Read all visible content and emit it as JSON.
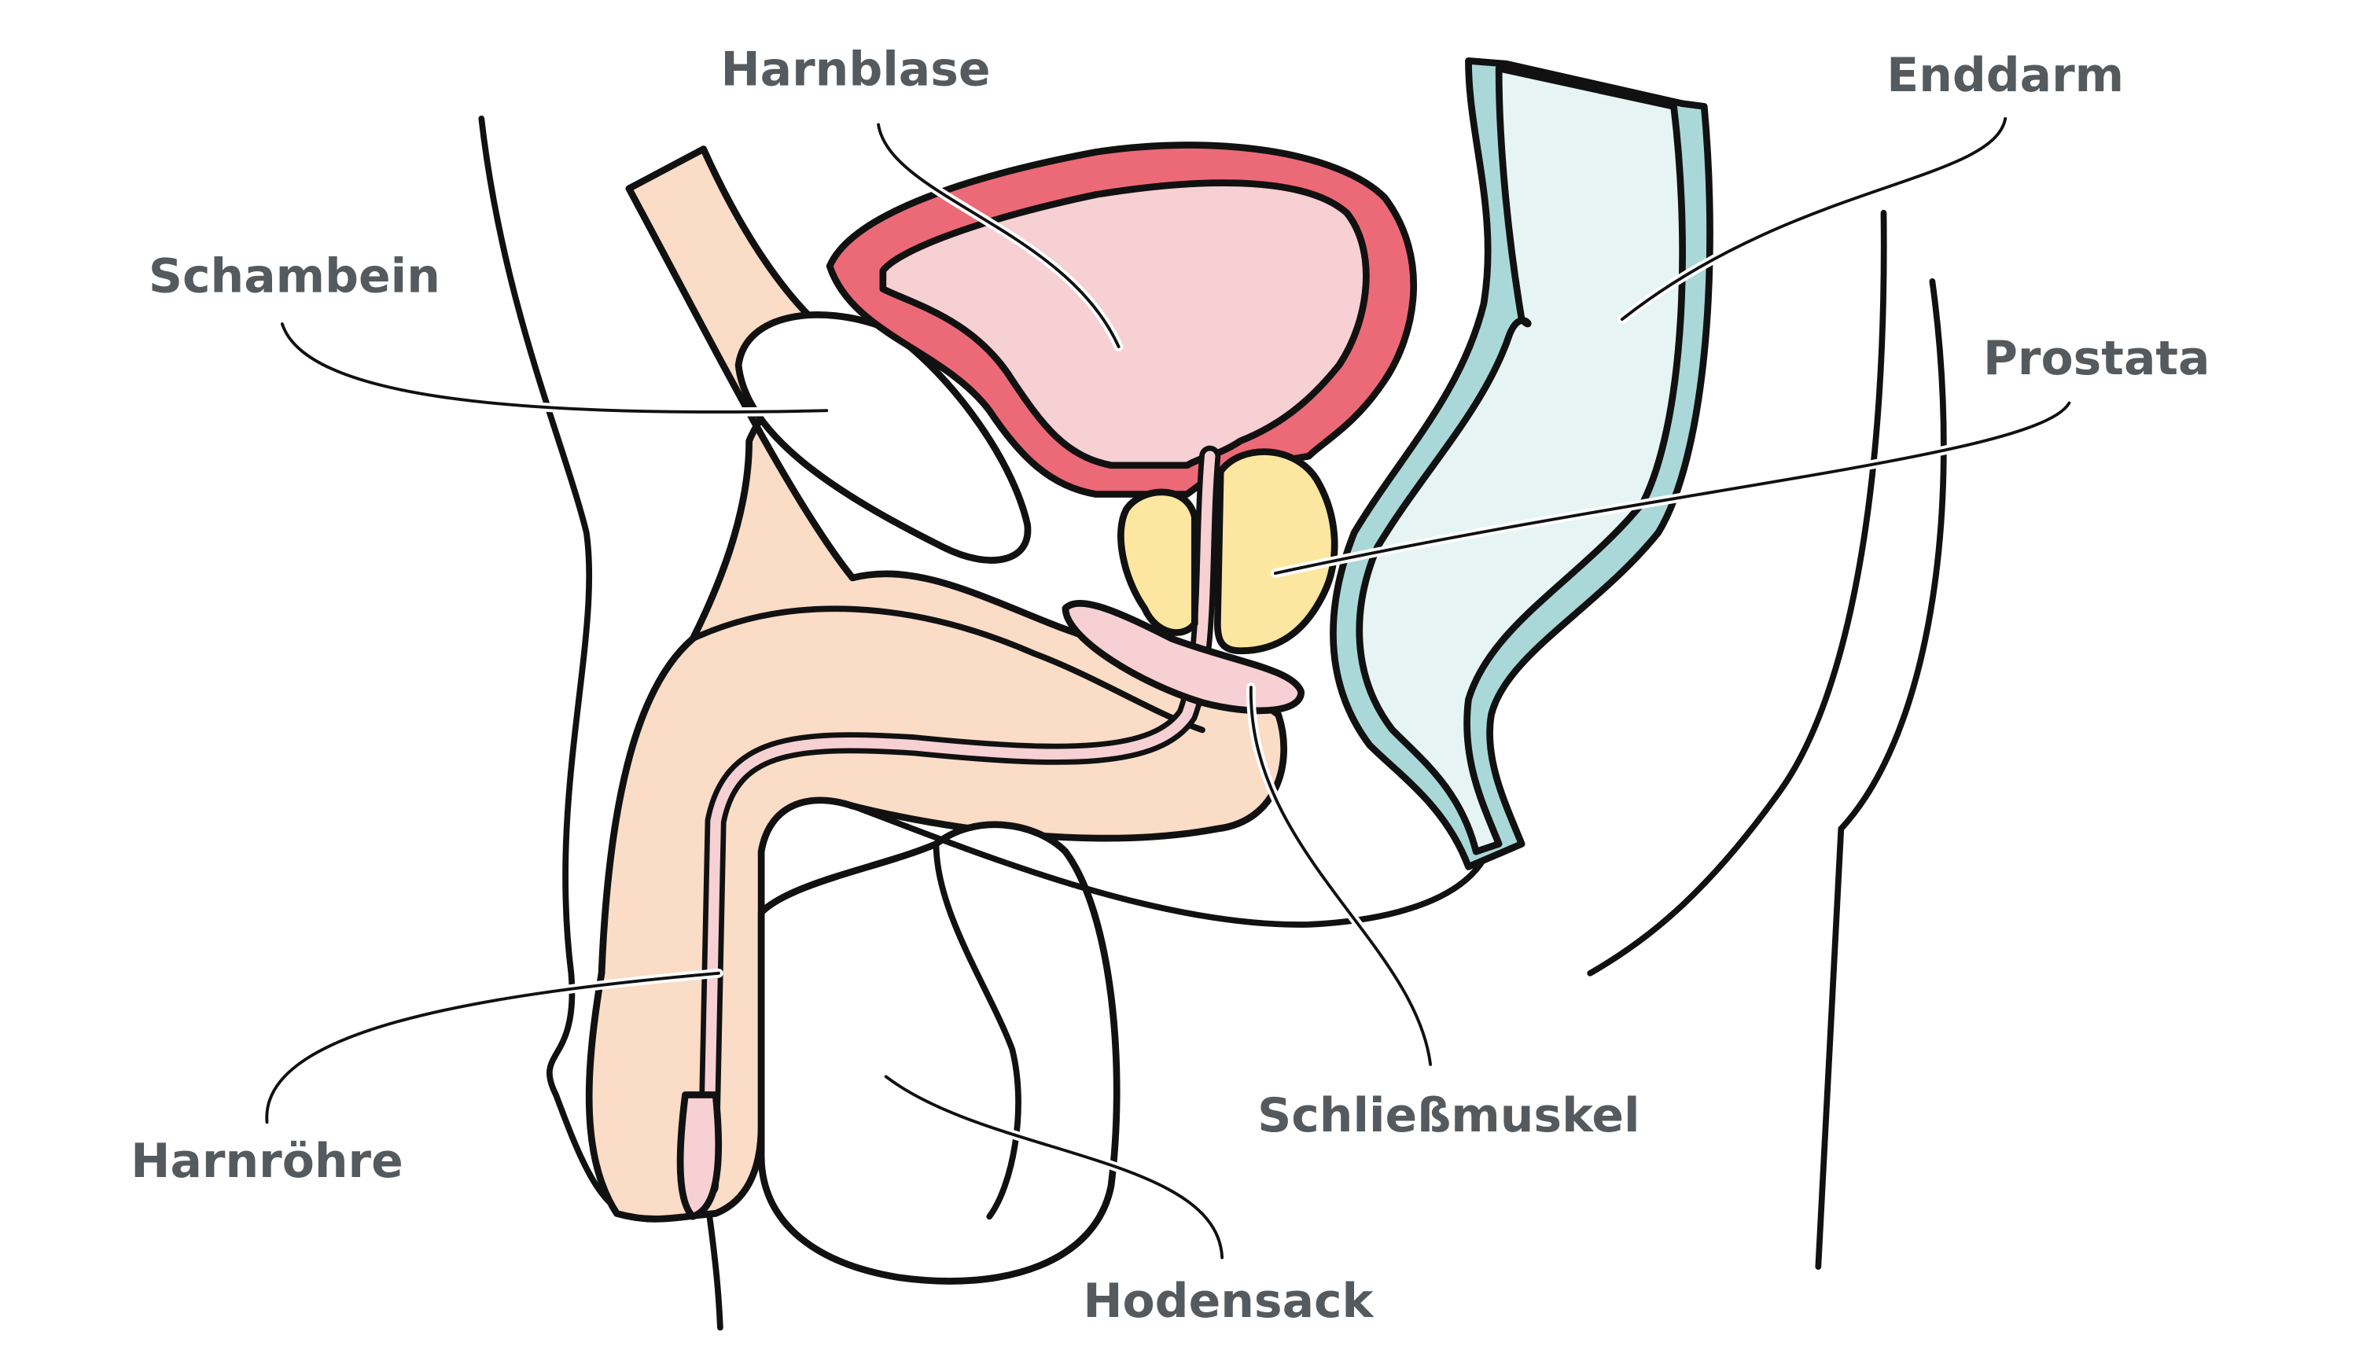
{
  "diagram": {
    "labels": {
      "bladder": "Harnblase",
      "rectum": "Enddarm",
      "pubic_bone": "Schambein",
      "prostate": "Prostata",
      "sphincter": "Schließmuskel",
      "urethra": "Harnröhre",
      "scrotum": "Hodensack"
    },
    "colors": {
      "bladder_wall": "#ec6a77",
      "bladder_inner": "#f7d0d3",
      "prostate": "#fde7a0",
      "rectum_wall": "#aad8d8",
      "rectum_inner": "#e7f4f4",
      "penis": "#fbdcc6",
      "urethra": "#f7d0d3",
      "label": "#555a5e"
    }
  }
}
